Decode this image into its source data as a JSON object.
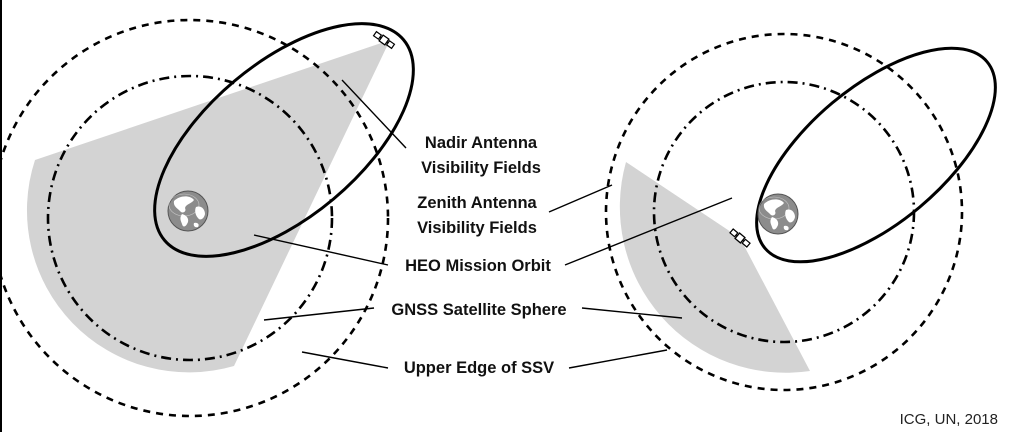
{
  "labels": {
    "nadir_line1": "Nadir Antenna",
    "nadir_line2": "Visibility Fields",
    "zenith_line1": "Zenith Antenna",
    "zenith_line2": "Visibility Fields",
    "heo_orbit": "HEO Mission Orbit",
    "gnss_sphere": "GNSS Satellite Sphere",
    "upper_edge": "Upper Edge of SSV"
  },
  "credit": "ICG, UN, 2018",
  "colors": {
    "visibility_fill": "#d3d3d3",
    "line": "#000000",
    "earth_ocean": "#8c8c8c",
    "earth_land": "#ffffff"
  },
  "icons": {
    "earth": "earth-globe-icon",
    "satellite": "satellite-icon"
  }
}
